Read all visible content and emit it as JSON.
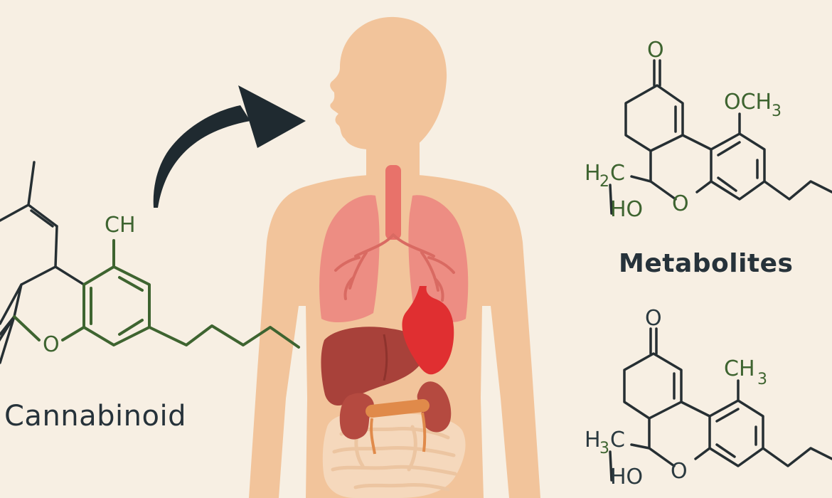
{
  "labels": {
    "cannabinoid": "Cannabinoid",
    "metabolites": "Metabolites"
  },
  "cannabinoid_molecule": {
    "group": "CH",
    "ring_oxygen": "O"
  },
  "metabolite_top": {
    "ketone": "O",
    "group": "OCH",
    "group_sub": "3",
    "methyl_h": "H",
    "methyl_sub": "2",
    "methyl_c": "C",
    "hydroxyl": "HO",
    "ring_oxygen": "O"
  },
  "metabolite_bottom": {
    "ketone": "O",
    "group": "CH",
    "group_sub": "3",
    "methyl_h": "H",
    "methyl_sub": "3",
    "methyl_c": "C",
    "hydroxyl": "HO",
    "ring_oxygen": "O"
  },
  "colors": {
    "background": "#f7efe3",
    "body": "#f2c49b",
    "lungs": "#ec8a82",
    "liver": "#a8413a",
    "stomach": "#e02f31",
    "kidneys": "#b54a40",
    "bladder": "#e08a4a",
    "intestine": "#f3d9bf",
    "arrow": "#1f2a30",
    "molecule_green": "#3e6430"
  },
  "icons": [
    "arrow-curved-icon",
    "human-body-icon",
    "lungs-icon",
    "liver-icon",
    "stomach-icon",
    "kidneys-icon",
    "intestine-icon"
  ]
}
